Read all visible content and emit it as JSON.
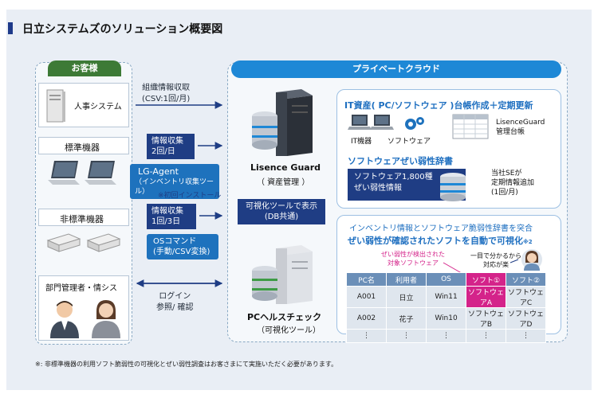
{
  "title": "日立システムズのソリューション概要図",
  "customer": {
    "header": "お客様",
    "hr_system": "人事システム",
    "standard_devices": "標準機器",
    "nonstandard_devices": "非標準機器",
    "dept_admin": "部門管理者・情シス"
  },
  "middle": {
    "org_import_line1": "組織情報収取",
    "org_import_line2": "(CSV:1回/月)",
    "collect_std_line1": "情報収集",
    "collect_std_line2": "2回/日",
    "lg_agent_line1": "LG-Agent",
    "lg_agent_line2": "（インベントリ収集ツール）",
    "first_install": "※初回インストール",
    "collect_nonstd_line1": "情報収集",
    "collect_nonstd_line2": "1回/3日",
    "os_cmd_line1": "OSコマンド",
    "os_cmd_line2": "(手動/CSV変換)",
    "login_line1": "ログイン",
    "login_line2": "参照/ 確認"
  },
  "cloud": {
    "header": "プライベートクラウド",
    "lisence_name": "Lisence Guard",
    "lisence_sub": "（ 資産管理 ）",
    "viz_line1": "可視化ツールで表示",
    "viz_line2": "(DB共通)",
    "pc_name": "PCヘルスチェック",
    "pc_sub": "（可視化ツール）",
    "asset_title": "IT資産( PC/ソフトウェア )台帳作成＋定期更新",
    "it_devices": "IT機器",
    "software": "ソフトウェア",
    "ledger_line1": "LisenceGuard",
    "ledger_line2": "管理台帳",
    "dict_title": "ソフトウェアぜい弱性辞書",
    "dict_line1": "ソフトウェア1,800種",
    "dict_line2": "ぜい弱性情報",
    "se_line1": "当社SEが",
    "se_line2": "定期情報追加",
    "se_line3": "(1回/月)",
    "match_line1": "インベントリ情報とソフトウェア脆弱性辞書を突合",
    "match_line2": "ぜい弱性が確認されたソフトを自動で可視化",
    "match_sup": "※2",
    "detected_line1": "ぜい弱性が検出された",
    "detected_line2": "対象ソフトウェア",
    "glance_line1": "一目で分かるから",
    "glance_line2": "対応が楽"
  },
  "table": {
    "headers": [
      "PC名",
      "利用者",
      "OS",
      "ソフト①",
      "ソフト②"
    ],
    "rows": [
      [
        "A001",
        "日立",
        "Win11",
        "ソフトウェアA",
        "ソフトウェアC"
      ],
      [
        "A002",
        "花子",
        "Win10",
        "ソフトウェアB",
        "ソフトウェアD"
      ],
      [
        "⋮",
        "⋮",
        "⋮",
        "⋮",
        "⋮"
      ]
    ]
  },
  "footnote": "※: 非標準機器の利用ソフト脆弱性の可視化とぜい弱性調査はお客さまにて実施いただく必要があります。",
  "colors": {
    "navy": "#1f3d84",
    "blue": "#1e72bd",
    "cloud_header": "#1e88d6",
    "customer_header": "#3d7a36",
    "highlight": "#d4238a"
  }
}
